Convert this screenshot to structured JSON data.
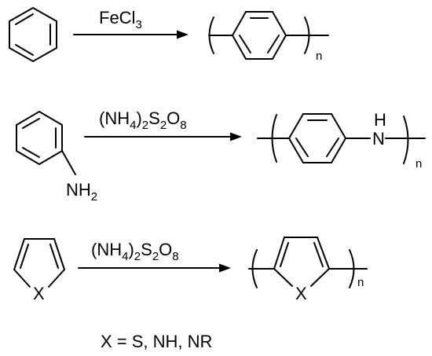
{
  "reactions": [
    {
      "reagent": {
        "main": "FeCl",
        "sub": "3"
      },
      "repeat_index": "n"
    },
    {
      "reagent": {
        "p1": "(NH",
        "s1": "4",
        "p2": ")",
        "s2": "2",
        "p3": "S",
        "s3": "2",
        "p4": "O",
        "s4": "8"
      },
      "substituent": {
        "main": "NH",
        "sub": "2"
      },
      "linker": {
        "h": "H",
        "n": "N"
      },
      "repeat_index": "n"
    },
    {
      "reagent": {
        "p1": "(NH",
        "s1": "4",
        "p2": ")",
        "s2": "2",
        "p3": "S",
        "s3": "2",
        "p4": "O",
        "s4": "8"
      },
      "heteroatom_monomer": "X",
      "heteroatom_polymer": "X",
      "repeat_index": "n"
    }
  ],
  "footnote": "X = S, NH, NR"
}
